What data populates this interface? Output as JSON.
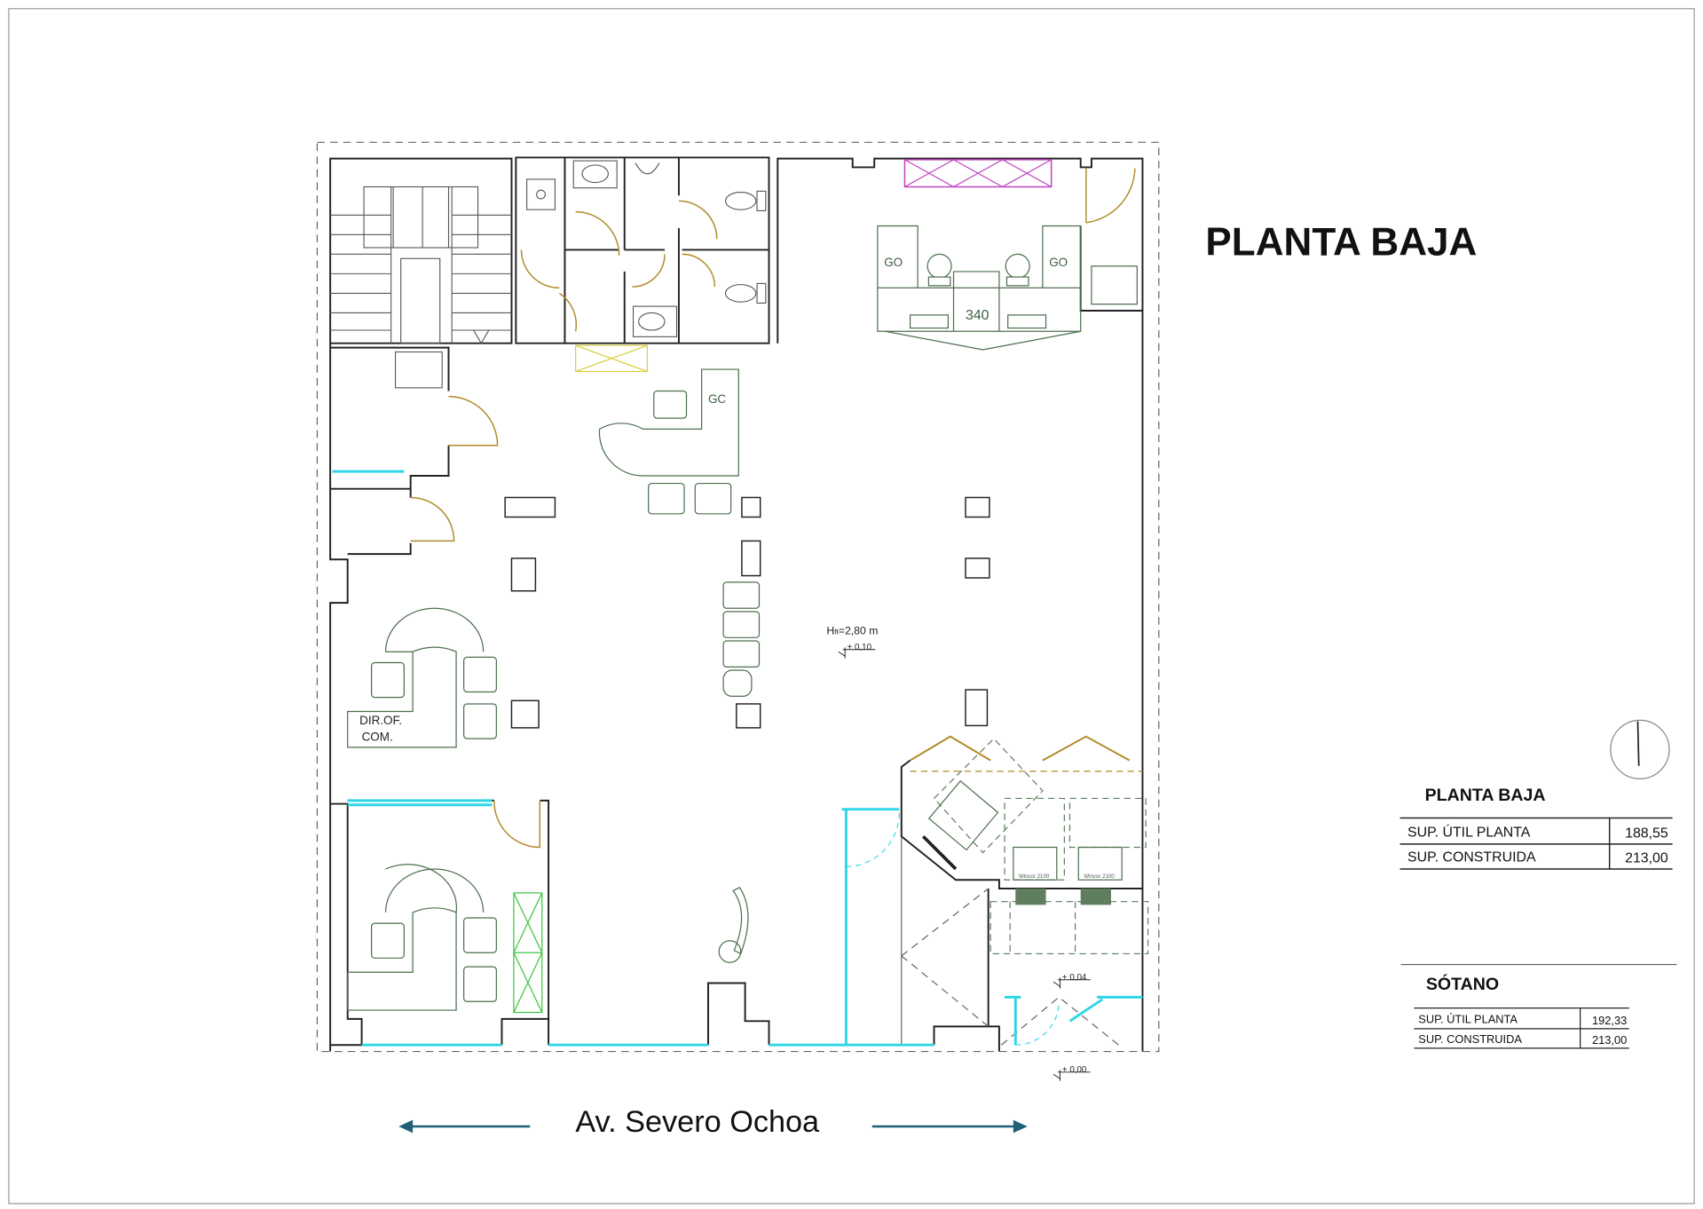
{
  "title": "PLANTA BAJA",
  "street": {
    "name": "Av. Severo Ochoa",
    "arrow_color": "#1f5f7a"
  },
  "plan": {
    "labels": {
      "go_left": "GO",
      "go_right": "GO",
      "desk_number": "340",
      "gc": "GC",
      "dir_line1": "DIR.OF.",
      "dir_line2": "COM.",
      "height_main": "H",
      "height_sub": "ft",
      "height_value": "=2,80 m",
      "level_main": "+ 0,10",
      "level_atm": "+ 0,04",
      "level_street": "+ 0,00",
      "atm1": "Wincor 2100",
      "atm2": "Wincor 2100"
    },
    "colors": {
      "walls": "#222222",
      "furniture": "#4d6e4d",
      "doors": "#b08a28",
      "glazing": "#2fd6e6",
      "cabinet": "#c040c0"
    },
    "north_arrow": "compass-icon"
  },
  "tables": {
    "planta_baja": {
      "heading": "PLANTA BAJA",
      "rows": [
        {
          "label": "SUP. ÚTIL PLANTA",
          "value": "188,55"
        },
        {
          "label": "SUP. CONSTRUIDA",
          "value": "213,00"
        }
      ]
    },
    "sotano": {
      "heading": "SÓTANO",
      "rows": [
        {
          "label": "SUP. ÚTIL PLANTA",
          "value": "192,33"
        },
        {
          "label": "SUP. CONSTRUIDA",
          "value": "213,00"
        }
      ]
    }
  }
}
